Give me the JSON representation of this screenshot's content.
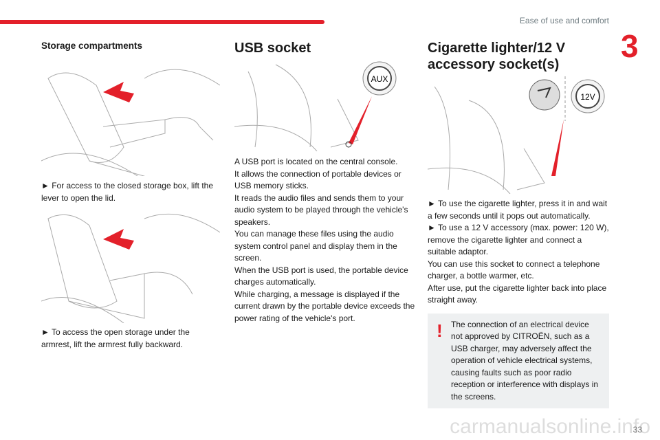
{
  "header": {
    "section": "Ease of use and comfort",
    "chapter": "3"
  },
  "col1": {
    "title": "Storage compartments",
    "p1": "► For access to the closed storage box, lift the lever to open the lid.",
    "p2": "► To access the open storage under the armrest, lift the armrest fully backward."
  },
  "col2": {
    "title": "USB socket",
    "socket_label": "AUX",
    "lines": [
      "A USB port is located on the central console.",
      "It allows the connection of portable devices or USB memory sticks.",
      "It reads the audio files and sends them to your audio system to be played through the vehicle's speakers.",
      "You can manage these files using the audio system control panel and display them in the screen.",
      "When the USB port is used, the portable device charges automatically.",
      "While charging, a message is displayed if the current drawn by the portable device exceeds the power rating of the vehicle's port."
    ]
  },
  "col3": {
    "title": "Cigarette lighter/12 V accessory socket(s)",
    "socket_label": "12V",
    "lines": [
      "► To use the cigarette lighter, press it in and wait a few seconds until it pops out automatically.",
      "► To use a 12 V accessory (max. power: 120 W), remove the cigarette lighter and connect a suitable adaptor.",
      "You can use this socket to connect a telephone charger, a bottle warmer, etc.",
      "After use, put the cigarette lighter back into place straight away."
    ],
    "warning": "The connection of an electrical device not approved by CITROËN, such as a USB charger, may adversely affect the operation of vehicle electrical systems, causing faults such as poor radio reception or interference with displays in the screens."
  },
  "footer": {
    "page": "33",
    "watermark": "carmanualsonline.info"
  },
  "colors": {
    "accent": "#e3202a"
  }
}
